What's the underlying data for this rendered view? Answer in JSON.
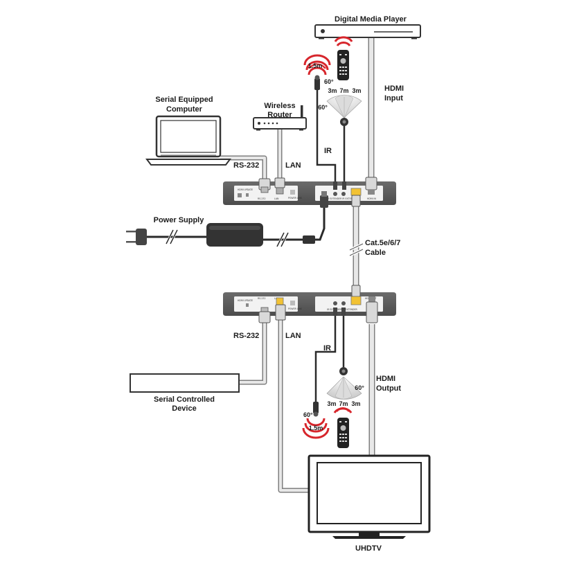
{
  "labels": {
    "digital_media_player": "Digital Media Player",
    "serial_computer_line1": "Serial Equipped",
    "serial_computer_line2": "Computer",
    "wireless_router_line1": "Wireless",
    "wireless_router_line2": "Router",
    "hdmi_input_line1": "HDMI",
    "hdmi_input_line2": "Input",
    "ir_top": "IR",
    "rs232_top": "RS-232",
    "lan_top": "LAN",
    "power_supply": "Power Supply",
    "cat_line1": "Cat.5e/6/7",
    "cat_line2": "Cable",
    "rs232_bottom": "RS-232",
    "lan_bottom": "LAN",
    "ir_bottom": "IR",
    "hdmi_output_line1": "HDMI",
    "hdmi_output_line2": "Output",
    "serial_device_line1": "Serial Controlled",
    "serial_device_line2": "Device",
    "uhdtv": "UHDTV"
  },
  "ir_specs": {
    "emitter_distance_top": "1.5m",
    "emitter_angle_top": "60°",
    "receiver_angle_top": "60°",
    "receiver_left_top": "3m",
    "receiver_center_top": "7m",
    "receiver_right_top": "3m",
    "emitter_distance_bottom": "1.5m",
    "emitter_angle_bottom": "60°",
    "receiver_angle_bottom": "60°",
    "receiver_left_bottom": "3m",
    "receiver_center_bottom": "7m",
    "receiver_right_bottom": "3m"
  },
  "panel_text": {
    "tx_left_small": "HDMI UPDATE",
    "tx_rs232_port": "RS-232",
    "tx_lan_port": "LAN",
    "tx_led": "POWER LINK",
    "tx_ir_ports": "IR EXTENDER IR EXTENDER",
    "tx_hdmi_port": "HDMI IN",
    "rx_left_small": "HDMI UPDATE",
    "rx_rs232_port": "RS-232",
    "rx_lan_port": "LAN",
    "rx_led": "POWER LINK",
    "rx_ir_ports": "IR EXTENDER IR EXTENDER",
    "rx_hdmi_port": "HDMI OUT"
  },
  "colors": {
    "unit_body": "#5a5a5a",
    "panel_face": "#f2f2f2",
    "cable_outline": "#7f7f7f",
    "cable_fill": "#e8e8e8",
    "ir_wave_red": "#d7262c",
    "lan_port_yellow": "#f2c233",
    "text": "#1a1a1a"
  }
}
